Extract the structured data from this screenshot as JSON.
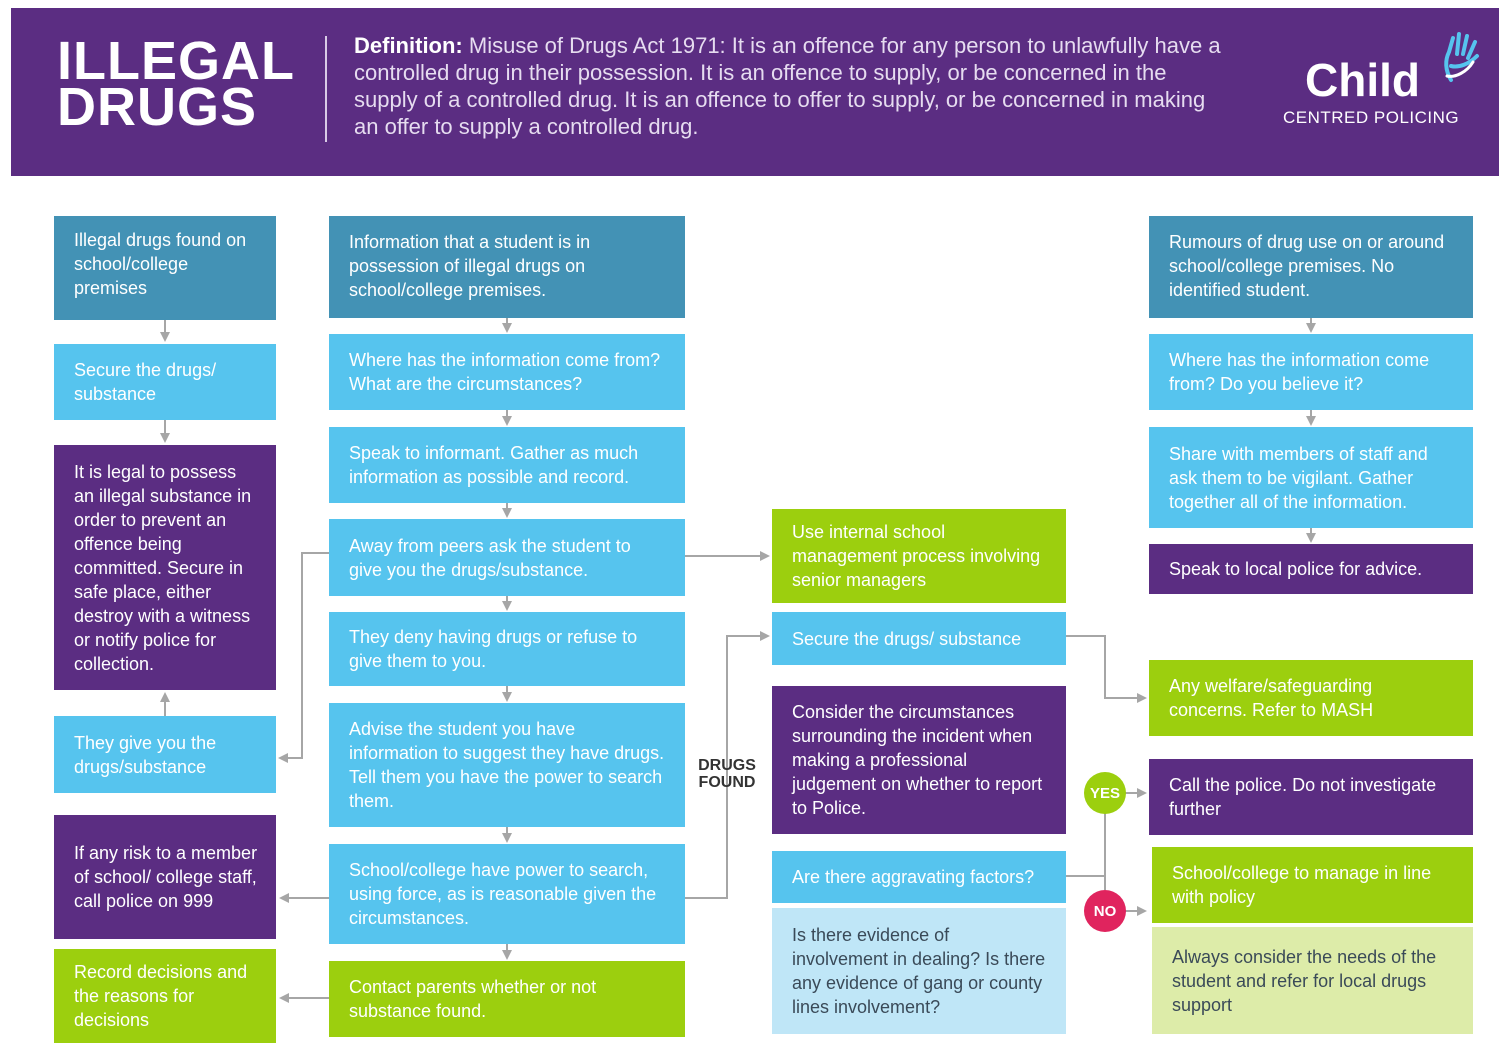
{
  "header": {
    "title_line1": "ILLEGAL",
    "title_line2": "DRUGS",
    "definition_label": "Definition:",
    "definition_text": " Misuse of Drugs Act 1971: It is an offence for any person to unlawfully have a controlled drug in their possession. It is an offence to supply, or be concerned in the supply of a controlled drug. It is an offence to offer to supply, or be concerned in making an offer to supply a controlled drug.",
    "logo_word": "Child",
    "logo_sub": "CENTRED POLICING"
  },
  "left_column": {
    "found": "Illegal drugs found on school/college premises",
    "secure": "Secure the drugs/ substance",
    "legal": "It is legal to possess an illegal substance in order to prevent an offence being committed. Secure in safe place, either destroy with a witness or notify police for collection.",
    "they_give": "They give you the drugs/substance",
    "risk": "If any risk to a member of school/ college staff, call police on 999",
    "record": "Record decisions and the reasons for decisions"
  },
  "center_column": {
    "information": "Information that a student is in possession of illegal drugs on school/college premises.",
    "where": "Where has the information come from? What are the circumstances?",
    "speak": "Speak to informant. Gather as much information as possible and record.",
    "away": "Away from peers ask the student to give you the drugs/substance.",
    "deny": "They deny having drugs or refuse to give them to you.",
    "advise": "Advise the student you have information to suggest they have drugs. Tell them you have the power to search them.",
    "power": "School/college have power to search, using force, as is reasonable given the circumstances.",
    "contact": "Contact parents whether or not substance found."
  },
  "middle_column": {
    "drugs_found_1": "DRUGS",
    "drugs_found_2": "FOUND",
    "internal": "Use internal school management process involving senior managers",
    "secure": "Secure the drugs/ substance",
    "consider": "Consider the circumstances surrounding the incident when making a professional judgement on whether to report to Police.",
    "aggravating": "Are there aggravating factors?",
    "evidence": "Is there evidence of involvement in dealing? Is there any evidence of gang or county lines involvement?"
  },
  "right_column": {
    "rumours": "Rumours of drug use on or around school/college premises. No identified student.",
    "where": "Where has the information come from? Do you believe it?",
    "share": "Share with members of staff and ask them to be vigilant. Gather together all of the information.",
    "speak_police": "Speak to local police for advice.",
    "welfare": "Any welfare/safeguarding concerns. Refer to MASH",
    "call_police": "Call the police. Do not investigate further",
    "manage": "School/college to manage in line with policy",
    "always": "Always consider the needs of the student and refer for local drugs support",
    "yes": "YES",
    "no": "NO"
  },
  "colors": {
    "purple": "#5b2d82",
    "teal": "#4392b5",
    "sky": "#56c4ee",
    "lime": "#9ccf0e",
    "yes_badge": "#9ccf0e",
    "no_badge": "#e0245e",
    "connector": "#a6a6a6"
  }
}
